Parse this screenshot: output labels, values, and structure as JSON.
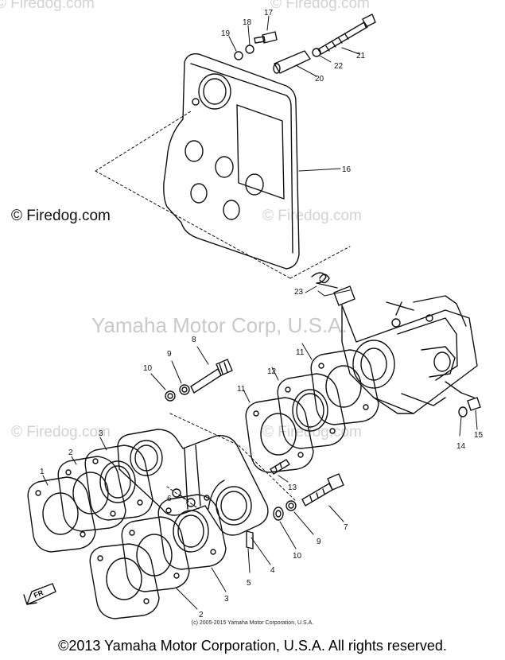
{
  "watermarks": {
    "top_left": "© Firedog.com",
    "top_right": "© Firedog.com",
    "mid_left": "© Firedog.com",
    "mid_right": "© Firedog.com",
    "center": "Yamaha Motor Corp, U.S.A.",
    "low_left": "© Firedog.com",
    "low_right": "© Firedog.com"
  },
  "callouts": [
    "1",
    "2",
    "3",
    "4",
    "5",
    "6",
    "7",
    "8",
    "9",
    "10",
    "11",
    "12",
    "13",
    "14",
    "15",
    "16",
    "17",
    "18",
    "19",
    "20",
    "21",
    "22",
    "23",
    "2",
    "3",
    "9",
    "10",
    "11"
  ],
  "direction_marker": "FR",
  "footer_small": "(c) 2005-2015 Yamaha Motor Corporation, U.S.A.",
  "footer": "©2013 Yamaha Motor Corporation, U.S.A. All rights reserved."
}
